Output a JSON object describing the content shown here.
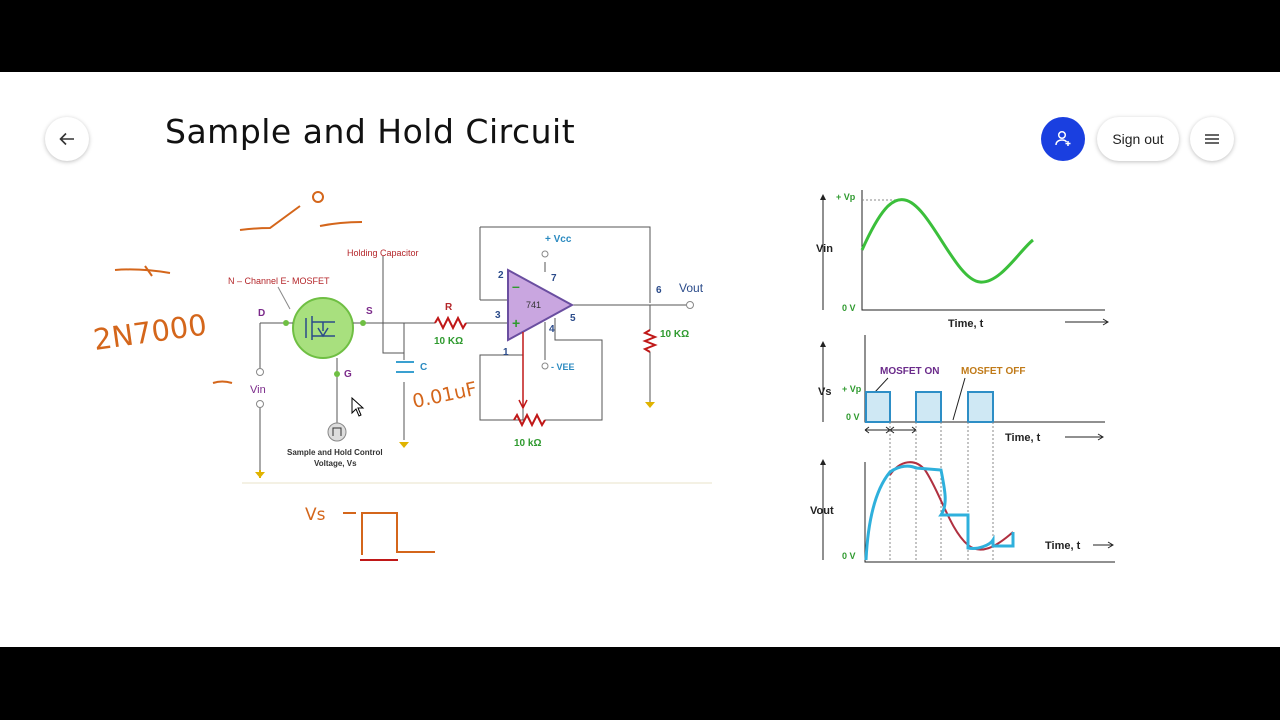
{
  "header": {
    "title": "Sample and Hold Circuit",
    "sign_out_label": "Sign out",
    "accent_color": "#1a3fe0"
  },
  "icons": {
    "back": "arrow-left-icon",
    "user": "person-add-icon",
    "menu": "hamburger-menu-icon"
  },
  "circuit": {
    "mosfet_label": "N – Channel E- MOSFET",
    "capacitor_label": "Holding Capacitor",
    "pin_d": "D",
    "pin_s": "S",
    "pin_g": "G",
    "vin": "Vin",
    "resistor_r": "R",
    "resistor_r_value": "10 KΩ",
    "cap_c": "C",
    "vcc": "+ Vcc",
    "vee": "- VEE",
    "opamp": "741",
    "pin2": "2",
    "pin3": "3",
    "pin7": "7",
    "pin4": "4",
    "pin1": "1",
    "pin5": "5",
    "pin6": "6",
    "vout": "Vout",
    "load_value": "10 KΩ",
    "pot_value": "10 kΩ",
    "control_label_1": "Sample and Hold Control",
    "control_label_2": "Voltage, Vs"
  },
  "annotations": {
    "part_number": "2N7000",
    "cap_value": "0.01uF",
    "vs_label": "Vs"
  },
  "waveforms": {
    "vin_label": "Vin",
    "vp_label": "+ Vp",
    "zero_label": "0 V",
    "time_label": "Time, t",
    "vs_label": "Vs",
    "mosfet_on": "MOSFET ON",
    "mosfet_off": "MOSFET OFF",
    "vout_label": "Vout"
  }
}
